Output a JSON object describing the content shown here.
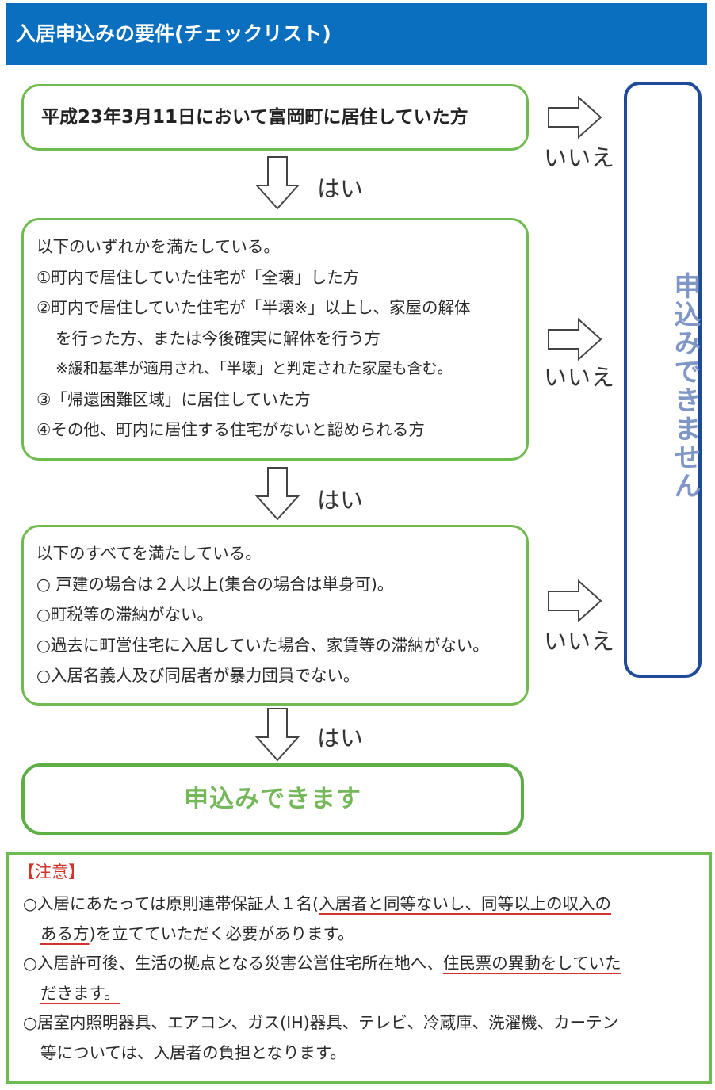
{
  "header": {
    "title": "入居申込みの要件(チェックリスト)"
  },
  "steps": [
    {
      "text": "平成23年3月11日において富岡町に居住していた方"
    },
    {
      "lines": [
        "以下のいずれかを満たしている。",
        "①町内で居住していた住宅が「全壊」した方",
        "②町内で居住していた住宅が「半壊※」以上し、家屋の解体",
        "を行った方、または今後確実に解体を行う方",
        "※緩和基準が適用され、「半壊」と判定された家屋も含む。",
        "③「帰還困難区域」に居住していた方",
        "④その他、町内に居住する住宅がないと認められる方"
      ]
    },
    {
      "lines": [
        "以下のすべてを満たしている。",
        "○ 戸建の場合は２人以上(集合の場合は単身可)。",
        "○町税等の滞納がない。",
        "○過去に町営住宅に入居していた場合、家賃等の滞納がない。",
        "○入居名義人及び同居者が暴力団員でない。"
      ]
    }
  ],
  "yes_label": "はい",
  "no_label": "いいえ",
  "result_ok": "申込みできます",
  "result_ng": "申込みできません",
  "notes": {
    "title": "【注意】",
    "item1": {
      "part1": "○入居にあたっては原則連帯保証人１名(",
      "part2": "入居者と同等ないし、同等以上の収入の",
      "part3": "ある方",
      "part4": ")を立てていただく必要があります。"
    },
    "item2": {
      "part1": "○入居許可後、生活の拠点となる災害公営住宅所在地へ、",
      "part2": "住民票の異動をしていた",
      "part3": "だきます。"
    },
    "item3": {
      "line1": "○居室内照明器具、エアコン、ガス(IH)器具、テレビ、冷蔵庫、洗濯機、カーテン",
      "line2": "等については、入居者の負担となります。"
    }
  },
  "colors": {
    "header_bg": "#0b6fc0",
    "box_border": "#6fbb4f",
    "reject_border": "#1e4a99",
    "reject_text": "#7f97c6",
    "ok_text": "#74b85a",
    "note_title": "#d0342c"
  }
}
